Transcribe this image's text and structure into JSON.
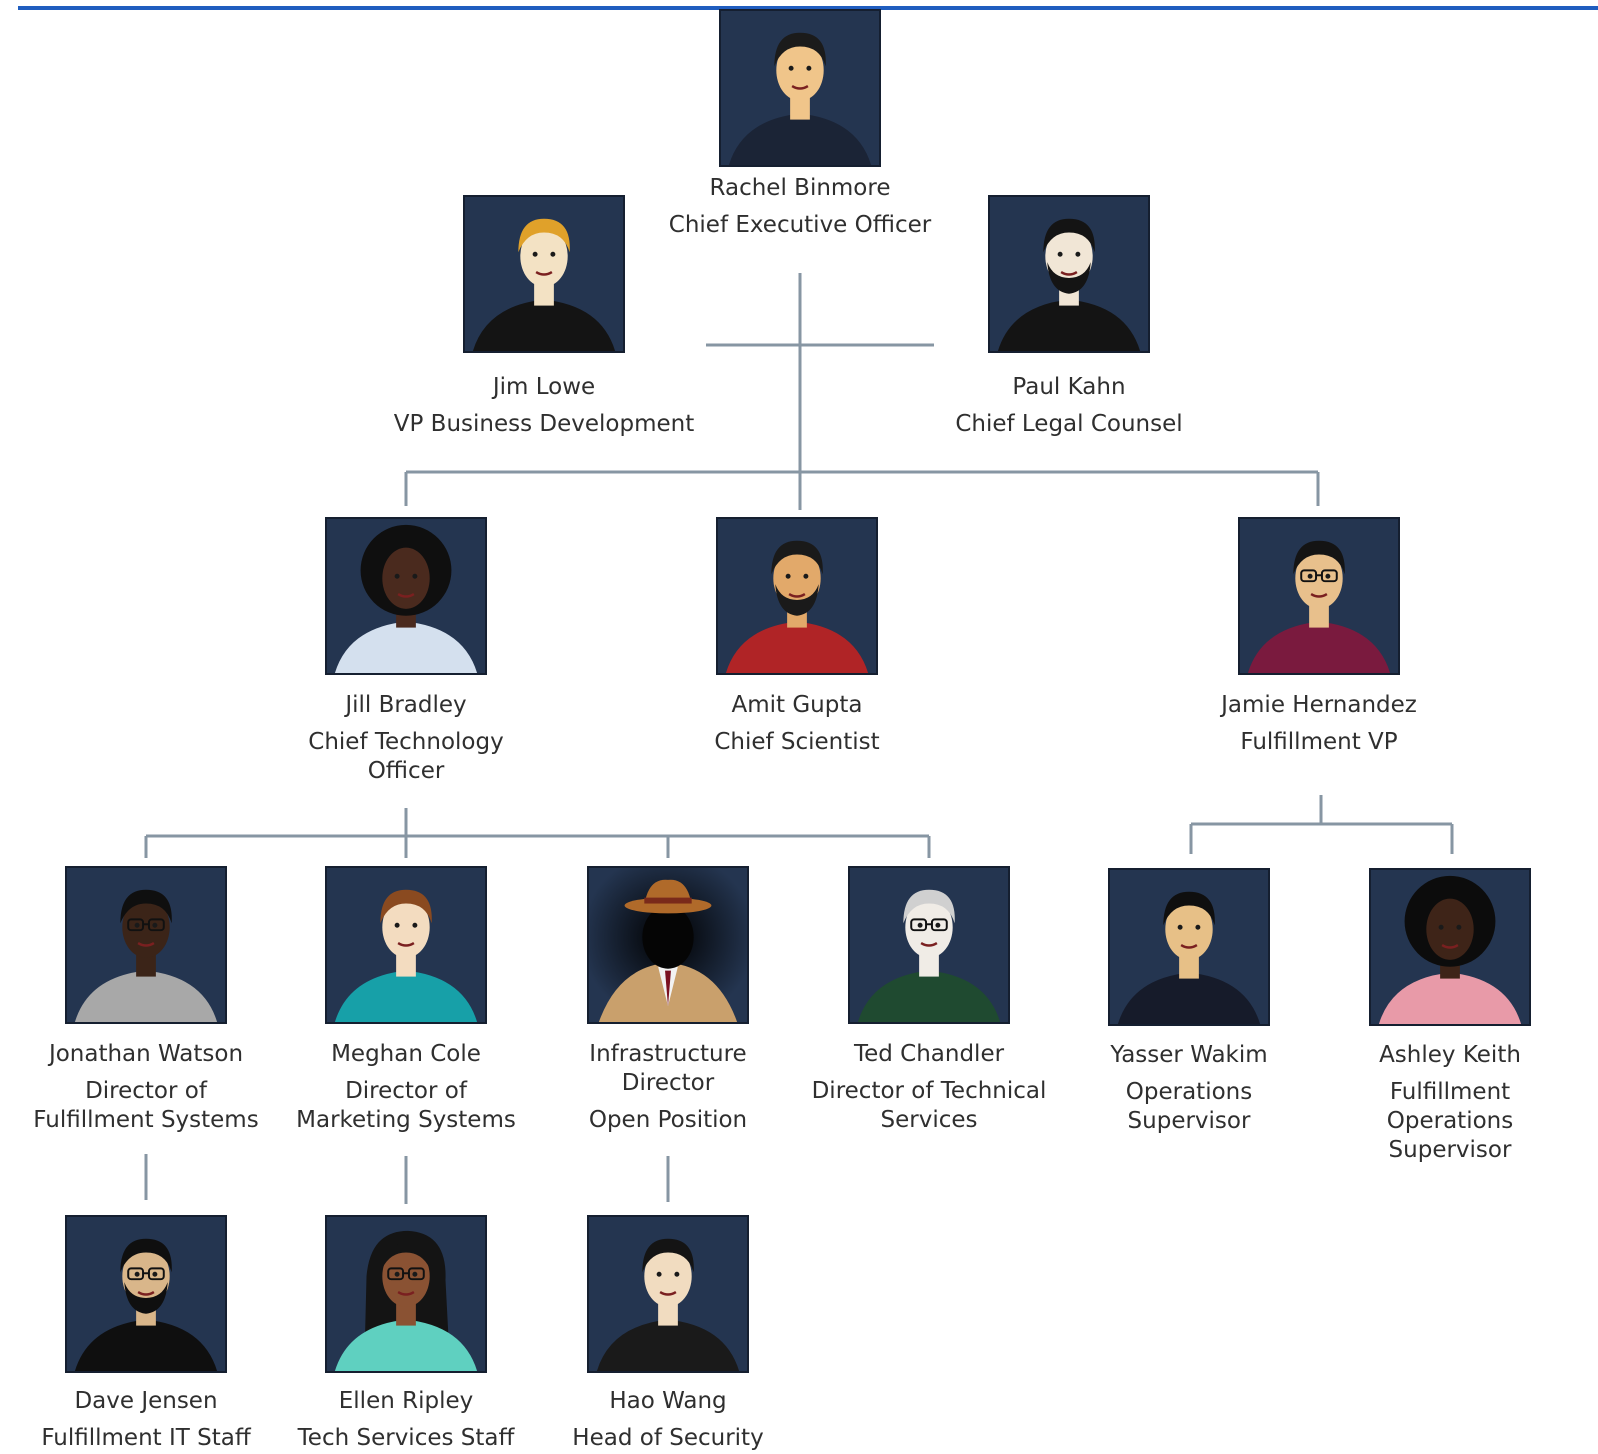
{
  "colors": {
    "top_rule": "#1f5dbf",
    "connector": "#8796a3",
    "photo_background": "#243550",
    "photo_border": "#151f30",
    "text": "#2f2f2f"
  },
  "people": [
    {
      "id": "rachel-binmore",
      "name": "Rachel Binmore",
      "title": "Chief Executive Officer",
      "icon": "woman-short-dark-hair-portrait",
      "hair": "#1b1b1b",
      "skin": "#f0c58a",
      "shirt": "#1b2436",
      "reports_to": ""
    },
    {
      "id": "jim-lowe",
      "name": "Jim Lowe",
      "title": "VP Business Development",
      "icon": "man-slick-hair-suit-portrait",
      "hair": "#e0a12a",
      "skin": "#f3e2c4",
      "shirt": "#141414",
      "reports_to": "rachel-binmore"
    },
    {
      "id": "paul-kahn",
      "name": "Paul Kahn",
      "title": "Chief Legal Counsel",
      "icon": "bearded-man-portrait",
      "hair": "#141414",
      "skin": "#f1e6d6",
      "shirt": "#141414",
      "reports_to": "rachel-binmore"
    },
    {
      "id": "jill-bradley",
      "name": "Jill Bradley",
      "title": "Chief Technology Officer",
      "icon": "woman-curly-hair-portrait",
      "hair": "#0f0f0f",
      "skin": "#4a2a1e",
      "shirt": "#d4e0ee",
      "reports_to": "rachel-binmore"
    },
    {
      "id": "amit-gupta",
      "name": "Amit Gupta",
      "title": "Chief Scientist",
      "icon": "smiling-man-gray-beard-portrait",
      "hair": "#1a1a1a",
      "skin": "#e2a96a",
      "shirt": "#b02426",
      "reports_to": "rachel-binmore"
    },
    {
      "id": "jamie-hernandez",
      "name": "Jamie Hernandez",
      "title": "Fulfillment VP",
      "icon": "man-glasses-portrait",
      "hair": "#141414",
      "skin": "#e8c08c",
      "shirt": "#7a1a3e",
      "reports_to": "rachel-binmore"
    },
    {
      "id": "jonathan-watson",
      "name": "Jonathan Watson",
      "title": "Director of Fulfillment Systems",
      "icon": "man-glasses-sweater-portrait",
      "hair": "#0f0f0f",
      "skin": "#3b2418",
      "shirt": "#a8a8a8",
      "reports_to": "jill-bradley"
    },
    {
      "id": "meghan-cole",
      "name": "Meghan Cole",
      "title": "Director of Marketing Systems",
      "icon": "woman-short-hair-portrait",
      "hair": "#8a4a20",
      "skin": "#f3dcc0",
      "shirt": "#17a0a8",
      "reports_to": "jill-bradley"
    },
    {
      "id": "infrastructure-director",
      "name": "Infrastructure Director",
      "title": "Open Position",
      "icon": "silhouette-fedora-trench-coat-icon",
      "hair": "#b06a2a",
      "skin": "#0a0a0a",
      "shirt": "#c9a06c",
      "reports_to": "jill-bradley"
    },
    {
      "id": "ted-chandler",
      "name": "Ted Chandler",
      "title": "Director of Technical Services",
      "icon": "older-man-glasses-portrait",
      "hair": "#d0d0d0",
      "skin": "#f0ece6",
      "shirt": "#1f4a30",
      "reports_to": "jill-bradley"
    },
    {
      "id": "yasser-wakim",
      "name": "Yasser Wakim",
      "title": "Operations Supervisor",
      "icon": "young-man-portrait",
      "hair": "#0f0f0f",
      "skin": "#e7c087",
      "shirt": "#161b2a",
      "reports_to": "jamie-hernandez"
    },
    {
      "id": "ashley-keith",
      "name": "Ashley Keith",
      "title": "Fulfillment Operations Supervisor",
      "icon": "woman-afro-portrait",
      "hair": "#0c0c0c",
      "skin": "#3e2418",
      "shirt": "#e89aa8",
      "reports_to": "jamie-hernandez"
    },
    {
      "id": "dave-jensen",
      "name": "Dave Jensen",
      "title": "Fulfillment IT Staff",
      "icon": "bearded-man-glasses-portrait",
      "hair": "#0f0f0f",
      "skin": "#d9b68a",
      "shirt": "#0f0f0f",
      "reports_to": "jonathan-watson"
    },
    {
      "id": "ellen-ripley",
      "name": "Ellen Ripley",
      "title": "Tech Services Staff",
      "icon": "woman-long-hair-glasses-portrait",
      "hair": "#141414",
      "skin": "#8a5233",
      "shirt": "#5fd0c0",
      "reports_to": "meghan-cole"
    },
    {
      "id": "hao-wang",
      "name": "Hao Wang",
      "title": "Head of Security",
      "icon": "young-man-hoodie-portrait",
      "hair": "#141414",
      "skin": "#f1dcc0",
      "shirt": "#1a1a1a",
      "reports_to": "infrastructure-director"
    }
  ]
}
